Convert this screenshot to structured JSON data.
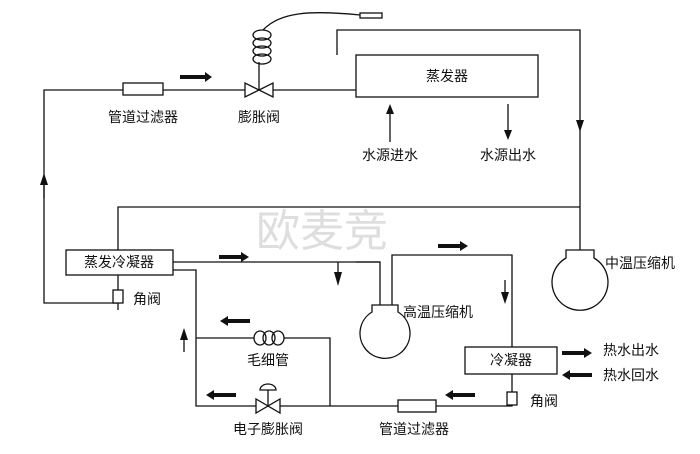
{
  "labels": {
    "evaporator": "蒸发器",
    "expansion_valve": "膨胀阀",
    "pipe_filter_top": "管道过滤器",
    "water_in": "水源进水",
    "water_out": "水源出水",
    "evap_condenser": "蒸发冷凝器",
    "angle_valve_left": "角阀",
    "mid_temp_compressor": "中温压缩机",
    "high_temp_compressor": "高温压缩机",
    "capillary": "毛细管",
    "condenser": "冷凝器",
    "hot_water_out": "热水出水",
    "hot_water_return": "热水回水",
    "angle_valve_right": "角阀",
    "electronic_expansion_valve": "电子膨胀阀",
    "pipe_filter_bottom": "管道过滤器"
  },
  "watermark": "欧麦竞",
  "icons": [
    "filter-icon",
    "valve-icon",
    "sensing-coil-icon",
    "compressor-icon",
    "angle-valve-icon",
    "capillary-coil-icon",
    "flow-arrow-icon"
  ]
}
